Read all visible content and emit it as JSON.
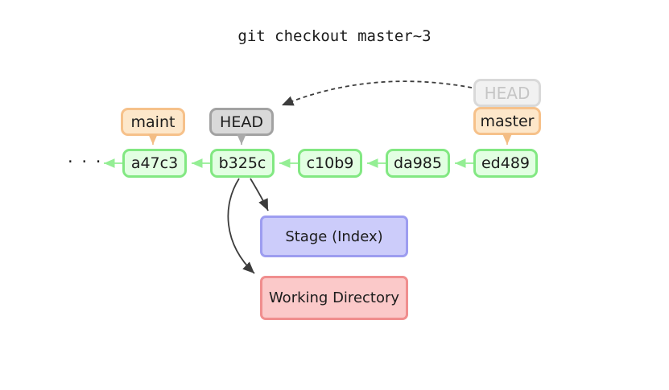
{
  "title": "git checkout master~3",
  "graph": {
    "ellipsis": "· · ·",
    "commits": [
      "a47c3",
      "b325c",
      "c10b9",
      "da985",
      "ed489"
    ],
    "refs": {
      "maint": "maint",
      "head": "HEAD",
      "head_faded": "HEAD",
      "master": "master"
    }
  },
  "areas": {
    "stage": "Stage (Index)",
    "workdir": "Working Directory"
  },
  "colors": {
    "text": "#1c1c1c",
    "commit_border": "#82e882",
    "commit_fill": "#e2ffe2",
    "commit_arrow": "#94ee94",
    "ref_border": "#f6c18a",
    "ref_fill": "#fde7ca",
    "ref_arrow": "#f3bd85",
    "head_border": "#a2a2a2",
    "head_fill": "#d9d9d9",
    "head_arrow": "#aaaaaa",
    "head_faded_border": "#d9d9d9",
    "head_faded_fill": "#f1f1f1",
    "head_faded_text": "#c5c5c5",
    "stage_border": "#9d9df0",
    "stage_fill": "#ccccfa",
    "workdir_border": "#f08e8e",
    "workdir_fill": "#fbc9c9",
    "dark_arrow": "#3c3c3c"
  }
}
